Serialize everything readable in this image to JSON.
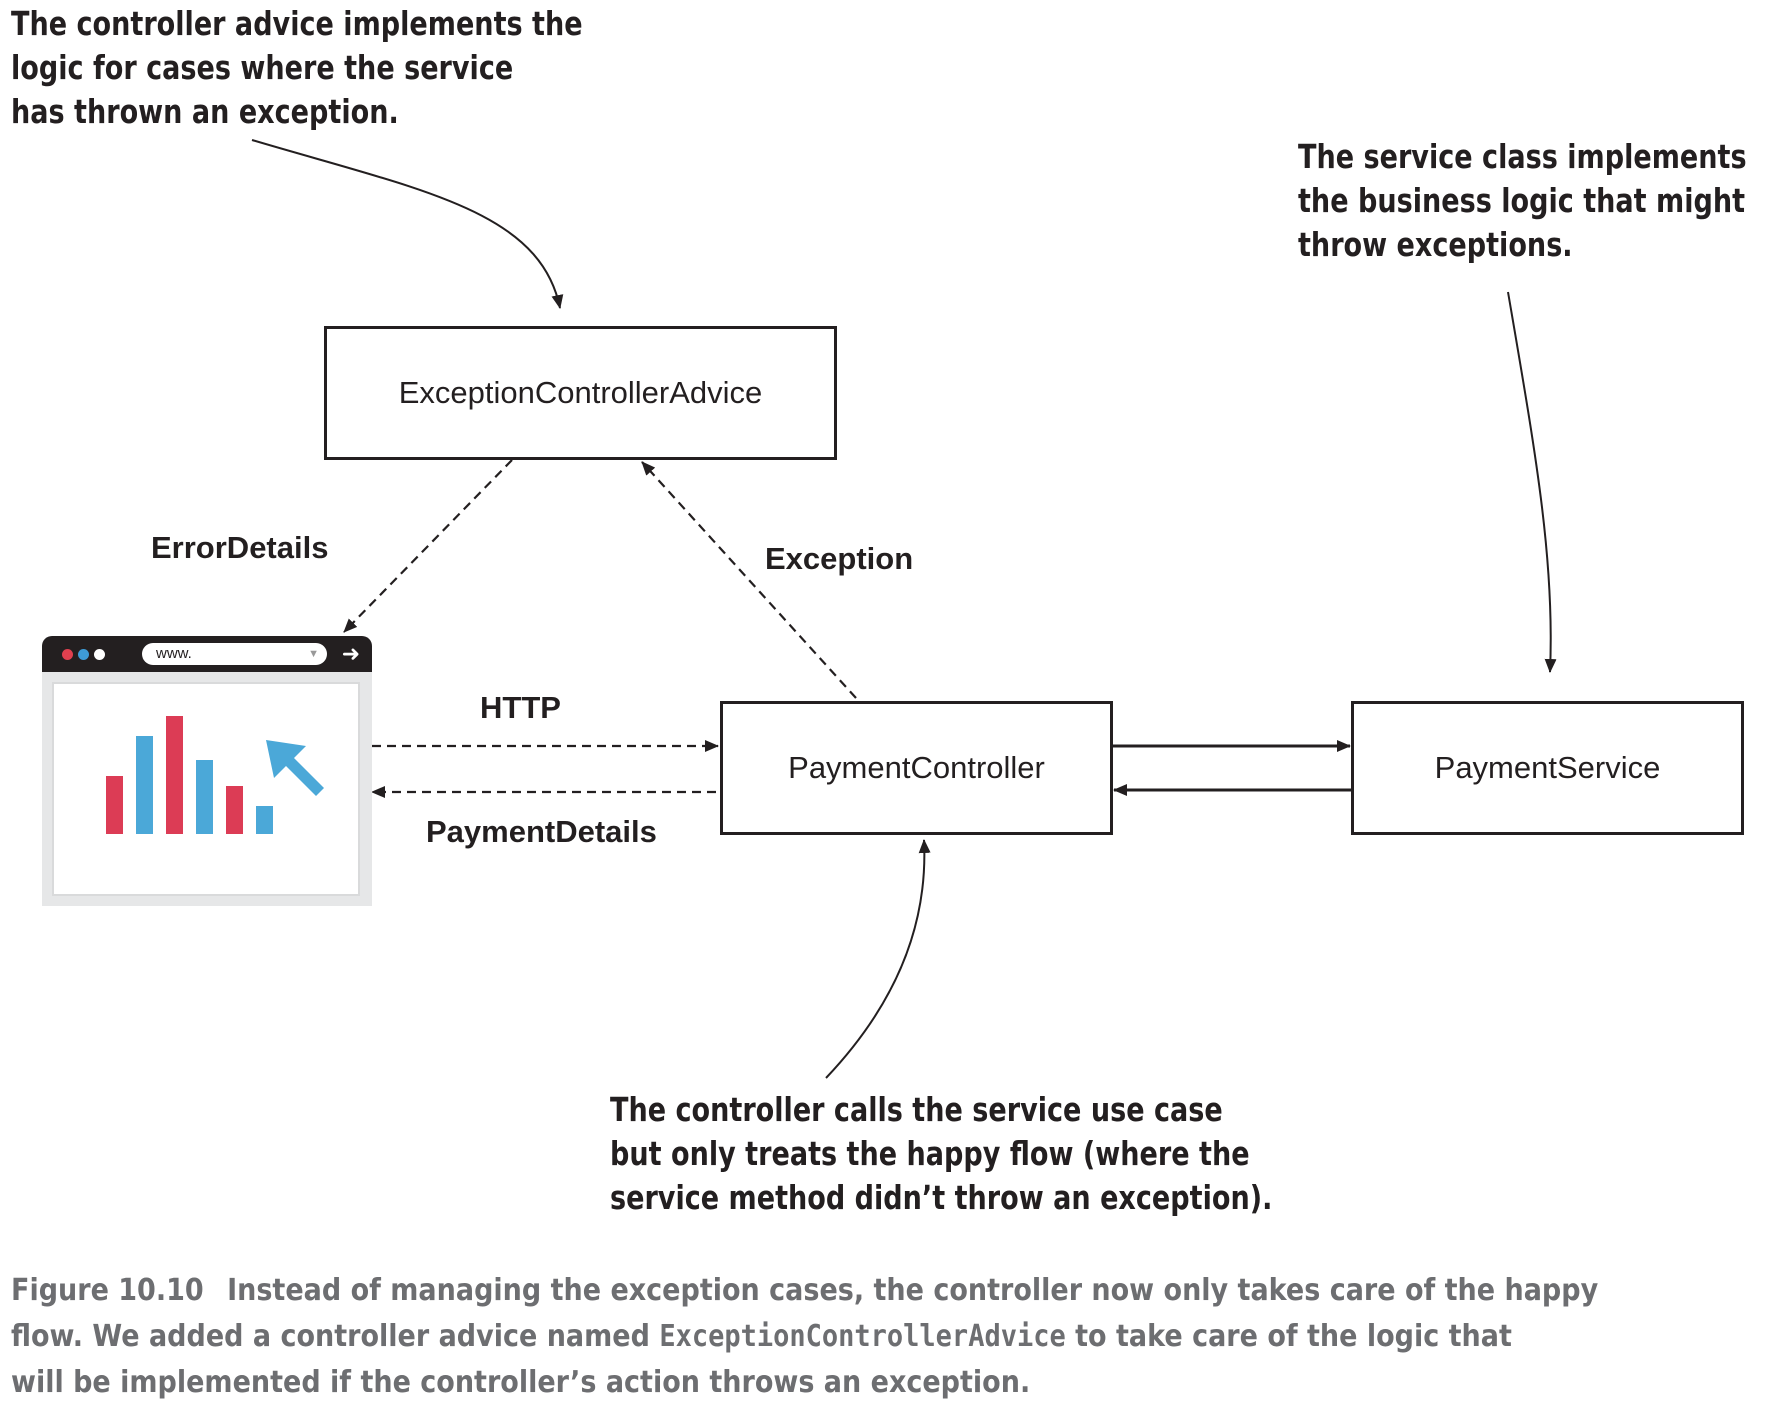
{
  "annotations": {
    "advice_note": [
      "The controller advice implements the",
      "logic for cases where the service",
      "has thrown an exception."
    ],
    "service_note": [
      "The service class implements",
      "the business logic that might",
      "throw exceptions."
    ],
    "controller_note": [
      "The controller calls the service use case",
      "but only treats the happy flow (where the",
      "service method didn’t throw an exception)."
    ]
  },
  "nodes": {
    "advice": "ExceptionControllerAdvice",
    "controller": "PaymentController",
    "service": "PaymentService"
  },
  "edges": {
    "error_details": "ErrorDetails",
    "exception": "Exception",
    "http": "HTTP",
    "payment_details": "PaymentDetails"
  },
  "browser": {
    "url_text": "www.",
    "go_icon": "arrow-right-icon",
    "dot_colors": [
      "#e0404f",
      "#3e9bd6",
      "#ffffff"
    ],
    "chart_colors": {
      "red": "#dc3c55",
      "blue": "#4ba8d8"
    },
    "cursor_icon": "cursor-arrow-icon"
  },
  "caption": {
    "figure_number": "Figure 10.10",
    "line1": "Instead of managing the exception cases, the controller now only takes care of the happy",
    "line2_a": "flow. We added a controller advice named",
    "line2_code": "ExceptionControllerAdvice",
    "line2_b": "to take care of the logic that",
    "line3": "will be implemented if the controller’s action throws an exception."
  }
}
